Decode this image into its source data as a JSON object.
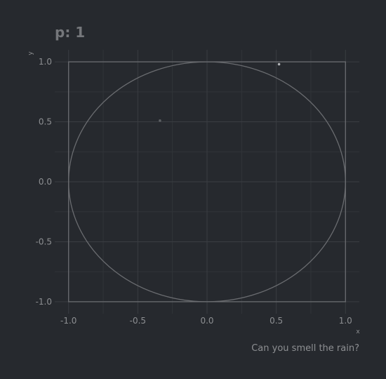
{
  "chart_data": {
    "type": "scatter",
    "title": "p: 1",
    "xlabel": "x",
    "ylabel": "y",
    "caption": "Can you smell the rain?",
    "xlim": [
      -1.1,
      1.1
    ],
    "ylim": [
      -1.1,
      1.1
    ],
    "x_ticks": [
      -1.0,
      -0.5,
      0.0,
      0.5,
      1.0
    ],
    "y_ticks": [
      -1.0,
      -0.5,
      0.0,
      0.5,
      1.0
    ],
    "x_tick_labels": [
      "-1.0",
      "-0.5",
      "0.0",
      "0.5",
      "1.0"
    ],
    "y_tick_labels": [
      "-1.0",
      "-0.5",
      "0.0",
      "0.5",
      "1.0"
    ],
    "grid": true,
    "shapes": [
      {
        "kind": "square",
        "center": [
          0,
          0
        ],
        "half_side": 1.0
      },
      {
        "kind": "circle",
        "center": [
          0,
          0
        ],
        "radius": 1.0
      }
    ],
    "points": [
      {
        "x": 0.52,
        "y": 0.98,
        "color": "#b0b2b5"
      },
      {
        "x": -0.34,
        "y": 0.51,
        "color": "#5c5f63"
      }
    ]
  }
}
